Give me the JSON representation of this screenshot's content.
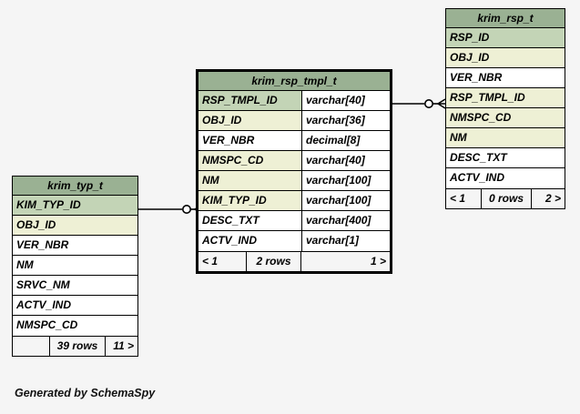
{
  "diagram": {
    "background": "#f5f5f5",
    "header_color": "#9ab193",
    "pk_color": "#c3d4b6",
    "index_color": "#eef0d5",
    "plain_color": "#ffffff",
    "border_color": "#000000",
    "credit": "Generated by SchemaSpy"
  },
  "tables": {
    "typ": {
      "title": "krim_typ_t",
      "columns": [
        {
          "name": "KIM_TYP_ID",
          "type": "",
          "style": "pk"
        },
        {
          "name": "OBJ_ID",
          "type": "",
          "style": "idx"
        },
        {
          "name": "VER_NBR",
          "type": "",
          "style": "none"
        },
        {
          "name": "NM",
          "type": "",
          "style": "none"
        },
        {
          "name": "SRVC_NM",
          "type": "",
          "style": "none"
        },
        {
          "name": "ACTV_IND",
          "type": "",
          "style": "none"
        },
        {
          "name": "NMSPC_CD",
          "type": "",
          "style": "none"
        }
      ],
      "footer": {
        "prev": "",
        "rows": "39 rows",
        "next": "11 >"
      }
    },
    "rsp_tmpl": {
      "title": "krim_rsp_tmpl_t",
      "columns": [
        {
          "name": "RSP_TMPL_ID",
          "type": "varchar[40]",
          "style": "pk"
        },
        {
          "name": "OBJ_ID",
          "type": "varchar[36]",
          "style": "idx"
        },
        {
          "name": "VER_NBR",
          "type": "decimal[8]",
          "style": "none"
        },
        {
          "name": "NMSPC_CD",
          "type": "varchar[40]",
          "style": "idx"
        },
        {
          "name": "NM",
          "type": "varchar[100]",
          "style": "idx"
        },
        {
          "name": "KIM_TYP_ID",
          "type": "varchar[100]",
          "style": "idx"
        },
        {
          "name": "DESC_TXT",
          "type": "varchar[400]",
          "style": "none"
        },
        {
          "name": "ACTV_IND",
          "type": "varchar[1]",
          "style": "none"
        }
      ],
      "footer": {
        "prev": "< 1",
        "rows": "2 rows",
        "next": "1 >"
      }
    },
    "rsp": {
      "title": "krim_rsp_t",
      "columns": [
        {
          "name": "RSP_ID",
          "type": "",
          "style": "pk"
        },
        {
          "name": "OBJ_ID",
          "type": "",
          "style": "idx"
        },
        {
          "name": "VER_NBR",
          "type": "",
          "style": "none"
        },
        {
          "name": "RSP_TMPL_ID",
          "type": "",
          "style": "idx"
        },
        {
          "name": "NMSPC_CD",
          "type": "",
          "style": "idx"
        },
        {
          "name": "NM",
          "type": "",
          "style": "idx"
        },
        {
          "name": "DESC_TXT",
          "type": "",
          "style": "none"
        },
        {
          "name": "ACTV_IND",
          "type": "",
          "style": "none"
        }
      ],
      "footer": {
        "prev": "< 1",
        "rows": "0 rows",
        "next": "2 >"
      }
    }
  },
  "relationships": [
    {
      "id": "rel-typ-to-tmpl",
      "from": "krim_typ_t.KIM_TYP_ID",
      "to": "krim_rsp_tmpl_t.KIM_TYP_ID"
    },
    {
      "id": "rel-tmpl-to-rsp",
      "from": "krim_rsp_tmpl_t.RSP_TMPL_ID",
      "to": "krim_rsp_t.RSP_TMPL_ID"
    }
  ]
}
